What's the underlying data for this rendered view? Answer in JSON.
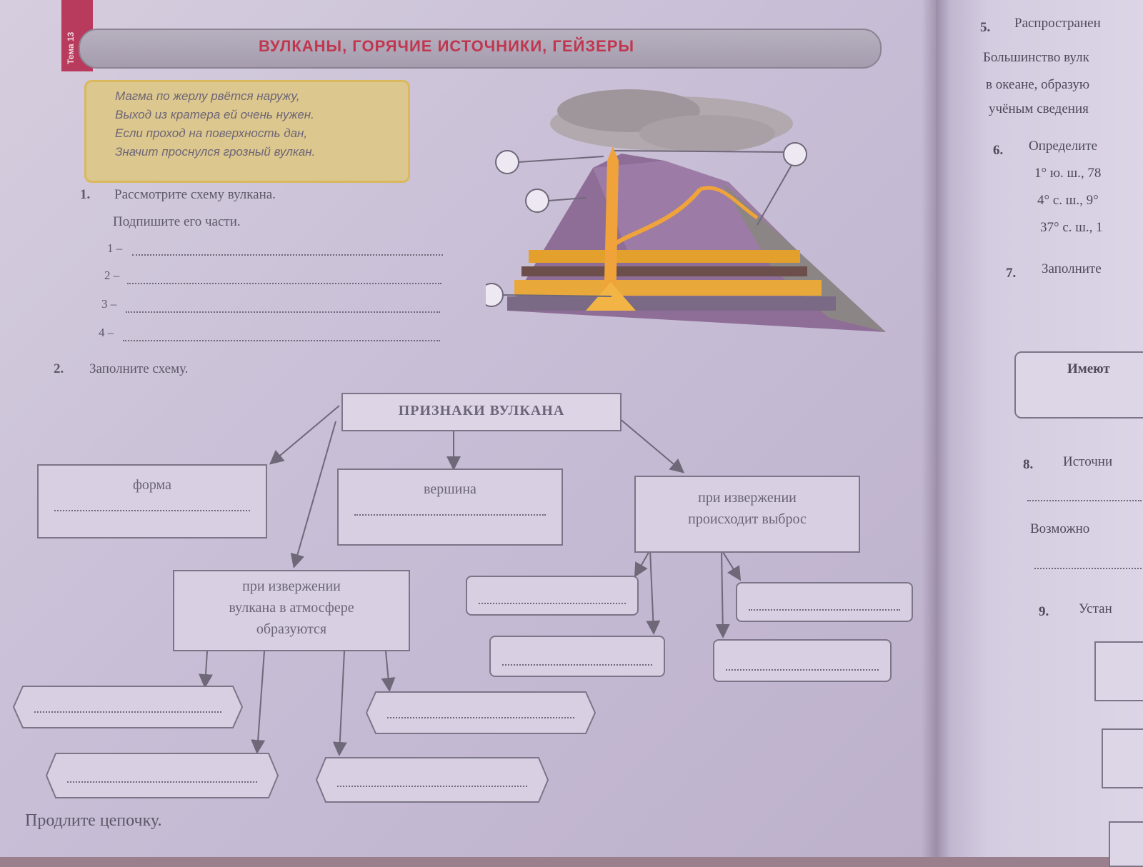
{
  "side_tab": "Тема 13",
  "header": {
    "title": "ВУЛКАНЫ, ГОРЯЧИЕ ИСТОЧНИКИ, ГЕЙЗЕРЫ"
  },
  "poem": [
    "Магма по жерлу рвётся наружу,",
    "Выход из кратера ей очень нужен.",
    "Если проход на поверхность дан,",
    "Значит проснулся грозный вулкан."
  ],
  "task1": {
    "number": "1.",
    "line1": "Рассмотрите схему вулкана.",
    "line2": "Подпишите его части.",
    "items": [
      "1 –",
      "2 –",
      "3 –",
      "4 –"
    ]
  },
  "task2": {
    "number": "2.",
    "text": "Заполните схему."
  },
  "scheme": {
    "root": "ПРИЗНАКИ ВУЛКАНА",
    "forma": "форма",
    "vershina": "вершина",
    "vybros": [
      "при извержении",
      "происходит выброс"
    ],
    "atmosfera": [
      "при извержении",
      "вулкана в атмосфере",
      "образуются"
    ]
  },
  "right_page": {
    "items": [
      {
        "num": "5.",
        "text": "Распространен"
      },
      {
        "num": "",
        "text": "Большинство вулк"
      },
      {
        "num": "",
        "text": "в океане, образую"
      },
      {
        "num": "",
        "text": "учёным сведения"
      },
      {
        "num": "6.",
        "text": "Определите"
      },
      {
        "num": "",
        "text": "1° ю. ш., 78"
      },
      {
        "num": "",
        "text": "4° с. ш., 9°"
      },
      {
        "num": "",
        "text": "37° с. ш., 1"
      },
      {
        "num": "7.",
        "text": "Заполните"
      },
      {
        "num": "",
        "text": "Имеют"
      },
      {
        "num": "8.",
        "text": "Источни"
      },
      {
        "num": "",
        "text": "Возможно"
      },
      {
        "num": "9.",
        "text": "Устан"
      }
    ]
  },
  "bottom": "Продлите цепочку."
}
